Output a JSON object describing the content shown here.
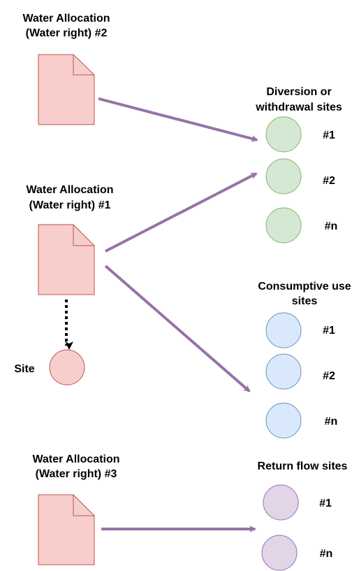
{
  "allocations": [
    {
      "line1": "Water Allocation",
      "line2": "(Water right) #2"
    },
    {
      "line1": "Water Allocation",
      "line2": "(Water right) #1"
    },
    {
      "line1": "Water Allocation",
      "line2": "(Water right) #3"
    }
  ],
  "site": {
    "label": "Site"
  },
  "groups": {
    "diversion": {
      "line1": "Diversion or",
      "line2": "withdrawal sites",
      "items": [
        "#1",
        "#2",
        "#n"
      ]
    },
    "consumptive": {
      "line1": "Consumptive use",
      "line2": "sites",
      "items": [
        "#1",
        "#2",
        "#n"
      ]
    },
    "return": {
      "line1": "Return flow sites",
      "items": [
        "#1",
        "#n"
      ]
    }
  },
  "colors": {
    "doc_fill": "#f8cecc",
    "doc_stroke": "#b85450",
    "green_fill": "#d5e8d4",
    "green_stroke": "#82b366",
    "blue_fill": "#dae8fc",
    "blue_stroke": "#6c8ebf",
    "purple_fill": "#e1d5e7",
    "purple_stroke": "#9673a6",
    "arrow": "#9673a6"
  }
}
